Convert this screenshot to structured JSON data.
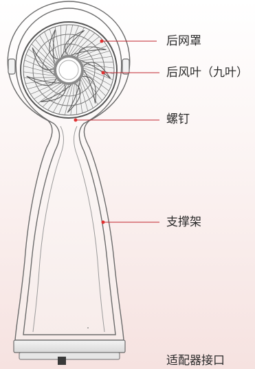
{
  "labels": {
    "rear_grille": "后网罩",
    "rear_blade": "后风叶（九叶）",
    "screw": "螺钉",
    "support_stand": "支撑架",
    "adapter_port": "适配器接口"
  },
  "colors": {
    "leader_line": "#c0232c",
    "leader_dot": "#e03030",
    "outline": "#6a6a6a",
    "hub": "#8a8a8a"
  },
  "fan_blade_count": 9
}
